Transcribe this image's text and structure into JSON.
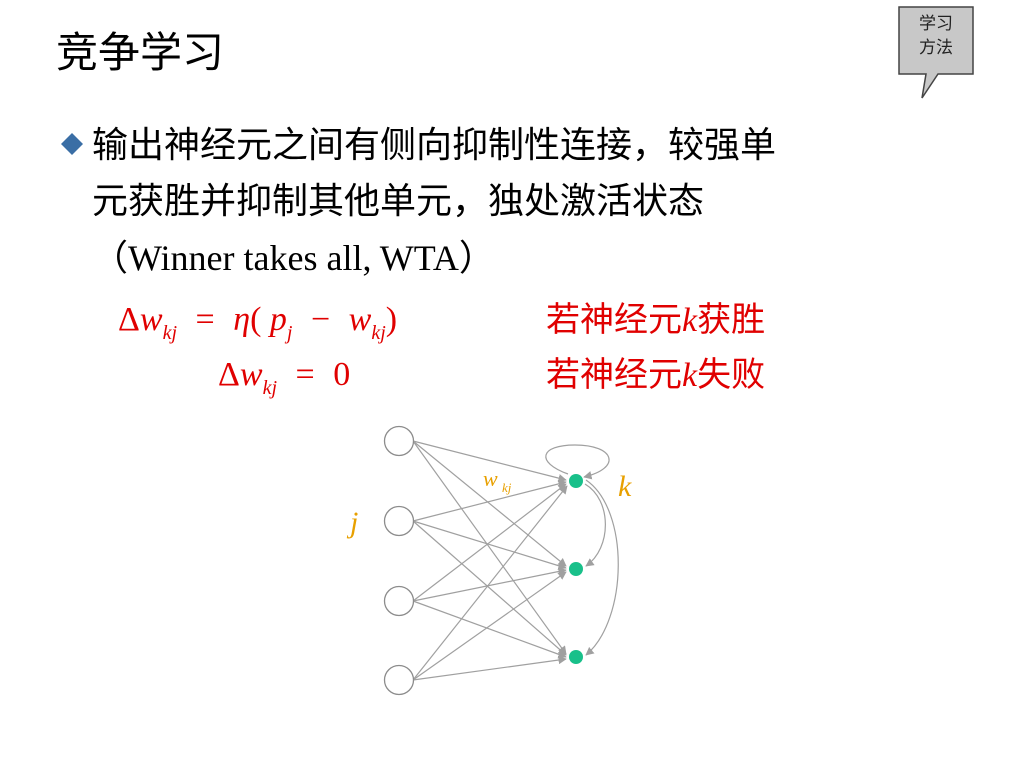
{
  "slide": {
    "title": "竞争学习",
    "callout": {
      "line1": "学习",
      "line2": "方法",
      "fill": "#c8c8c8",
      "stroke": "#444444"
    },
    "bullet": {
      "marker_color": "#3a6ea5",
      "line1": "输出神经元之间有侧向抑制性连接，较强单",
      "line2": "元获胜并抑制其他单元，独处激活状态",
      "line3": "（Winner takes all, WTA）"
    },
    "formulas": {
      "win": {
        "delta": "Δ",
        "w": "w",
        "kj": "kj",
        "eq": "=",
        "eta": "η",
        "lparen": "(",
        "p": "p",
        "j": "j",
        "minus": "−",
        "w2": "w",
        "kj2": "kj",
        "rparen": ")",
        "cond_prefix": "若神经元",
        "cond_k": "k",
        "cond_suffix": "获胜"
      },
      "lose": {
        "delta": "Δ",
        "w": "w",
        "kj": "kj",
        "eq": "=",
        "zero": "0",
        "cond_prefix": "若神经元",
        "cond_k": "k",
        "cond_suffix": "失败"
      },
      "color": "#e00000"
    },
    "network": {
      "input_count": 4,
      "output_count": 3,
      "label_j": "j",
      "label_k": "k",
      "label_w": "w",
      "label_w_sub": "kj",
      "label_color": "#e8a000",
      "output_color": "#19c08a",
      "edge_color": "#a0a0a0"
    }
  }
}
